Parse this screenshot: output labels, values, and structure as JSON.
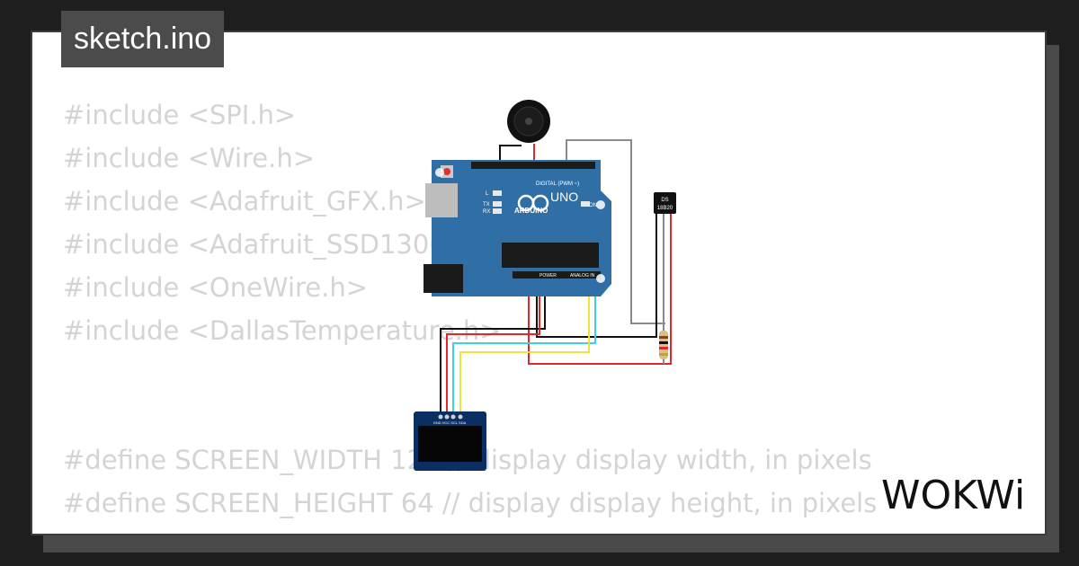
{
  "title": "sketch.ino",
  "code_lines": [
    "#include <SPI.h>",
    "#include <Wire.h>",
    "#include <Adafruit_GFX.h>",
    "#include <Adafruit_SSD1306.h>",
    "#include <OneWire.h>",
    "#include <DallasTemperature.h>",
    "",
    "",
    "#define SCREEN_WIDTH 128 // display display width, in pixels",
    "#define SCREEN_HEIGHT 64 // display display height, in pixels"
  ],
  "brand": "WOKWi",
  "components": {
    "arduino": {
      "brand": "ARDUINO",
      "model": "UNO",
      "digital_label": "DIGITAL (PWM ~)",
      "power_label": "POWER",
      "analog_label": "ANALOG IN",
      "on_label": "ON",
      "l_label": "L",
      "tx_label": "TX",
      "rx_label": "RX"
    },
    "sensor": {
      "line1": "DS",
      "line2": "18B20"
    },
    "oled": {
      "pins": "GND VCC SCL SDA"
    },
    "buzzer": {},
    "resistor": {}
  },
  "colors": {
    "wire_red": "#e3262a",
    "wire_black": "#111111",
    "wire_cyan": "#3fd0e6",
    "wire_yellow": "#f0e43c",
    "wire_gray": "#8a8a8a",
    "board": "#2f6fa5"
  }
}
